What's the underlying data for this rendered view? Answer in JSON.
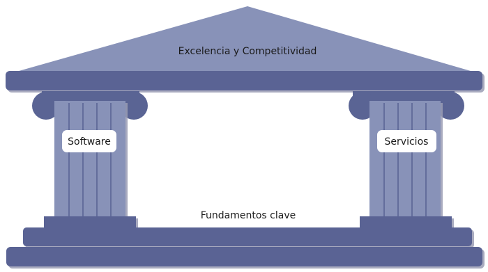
{
  "roof": {
    "label": "Excelencia y Competitividad"
  },
  "left_pillar": {
    "label": "Software"
  },
  "right_pillar": {
    "label": "Servicios"
  },
  "foundation": {
    "label": "Fundamentos clave"
  },
  "colors": {
    "fill_light": "#8892B8",
    "fill_dark": "#5A6494",
    "shadow": "#A8ABBE",
    "label_box": "#ffffff"
  }
}
